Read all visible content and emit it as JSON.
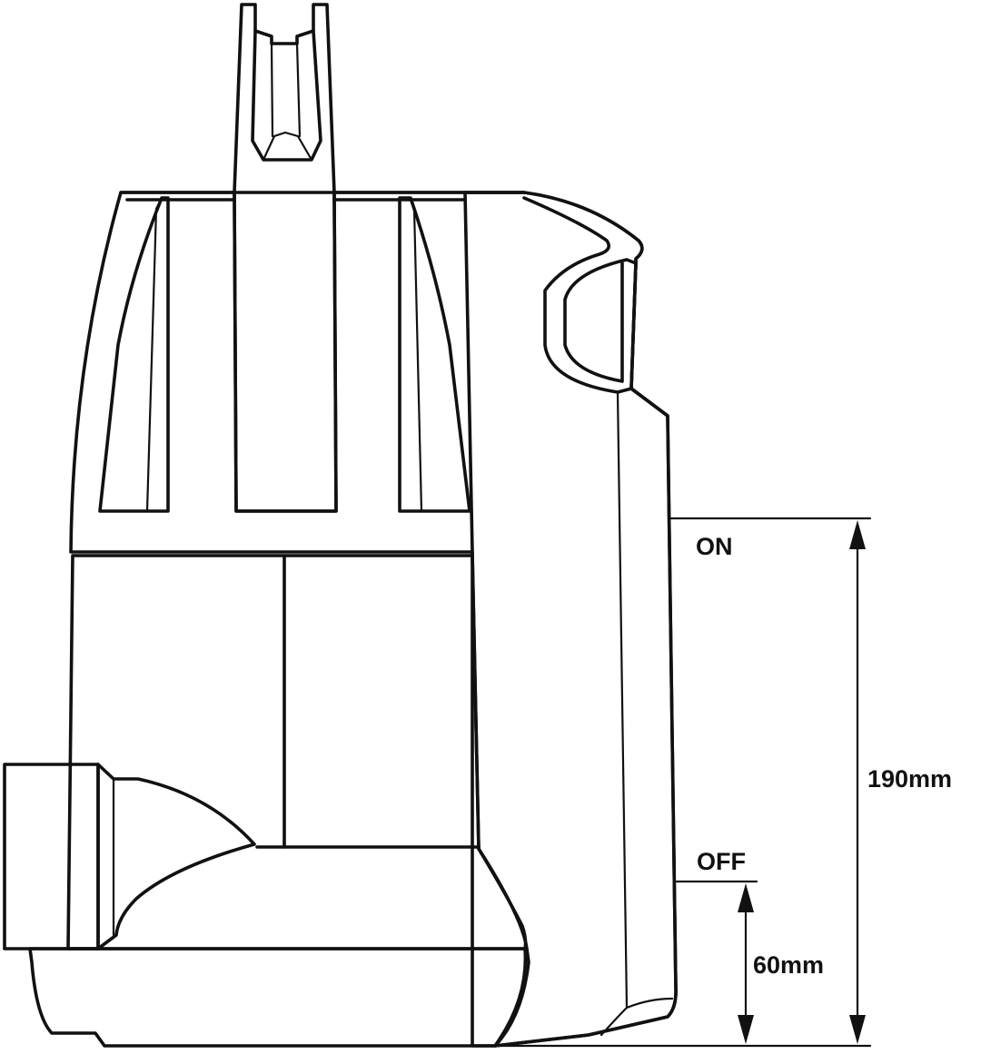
{
  "colors": {
    "housing": "#cccccc",
    "water_zone": "#29a8e0",
    "outline": "#111111",
    "background": "#ffffff"
  },
  "labels": {
    "on": "ON",
    "off": "OFF",
    "on_height": "190mm",
    "off_height": "60mm"
  },
  "measurements": {
    "switch_on_level_mm": 190,
    "switch_off_level_mm": 60
  }
}
